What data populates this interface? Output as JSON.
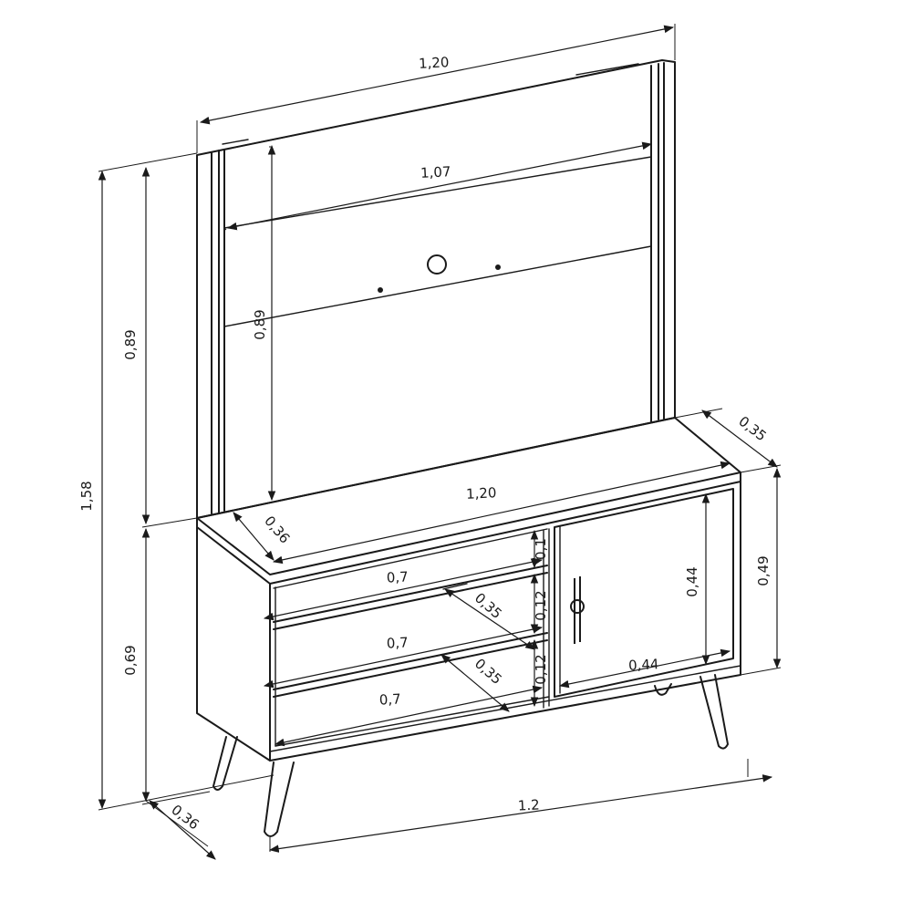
{
  "dimensions": {
    "panel_width": "1,20",
    "panel_inner_width": "1,07",
    "panel_inner_height": "0,89",
    "panel_height": "0,89",
    "total_height": "1,58",
    "base_height": "0,69",
    "top_width": "1,20",
    "top_depth": "0,36",
    "side_depth": "0,35",
    "cabinet_height": "0,49",
    "shelf_gap_top": "0,1",
    "shelf_width_1": "0,7",
    "shelf_depth_1": "0,35",
    "shelf_gap_mid": "0,12",
    "shelf_width_2": "0,7",
    "shelf_depth_2": "0,35",
    "shelf_gap_low": "0,12",
    "shelf_width_3": "0,7",
    "door_height": "0,44",
    "door_width": "0,44",
    "base_depth": "0,36",
    "base_width": "1.2"
  }
}
